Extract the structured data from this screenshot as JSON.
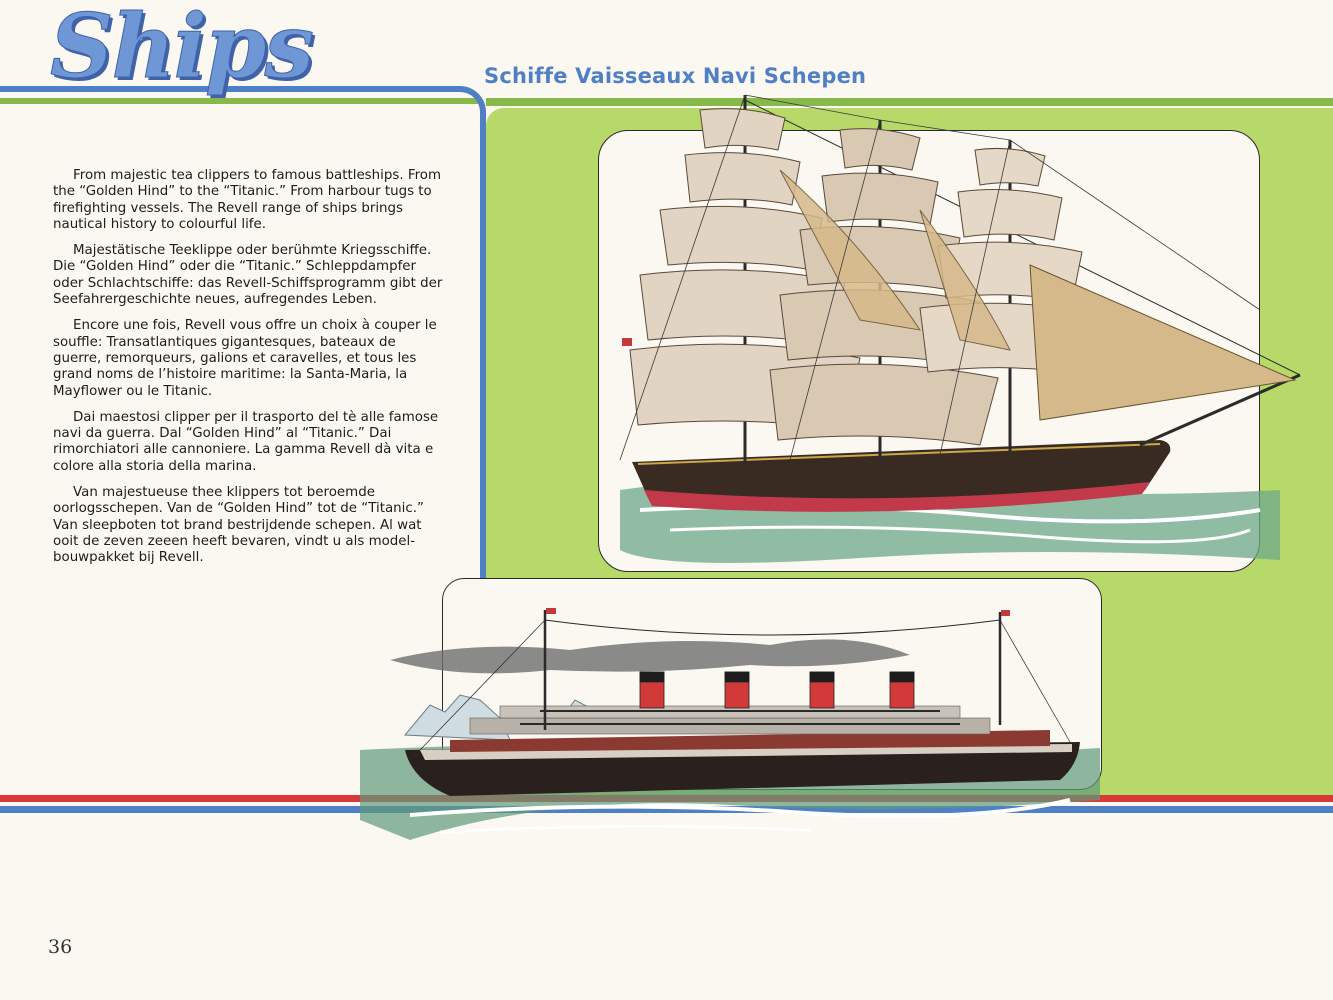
{
  "header": {
    "title": "Ships",
    "subtitle": "Schiffe Vaisseaux Navi Schepen"
  },
  "body": {
    "paragraphs": [
      "From majestic tea clippers to famous battleships. From the “Golden Hind” to the “Titanic.” From harbour tugs to firefighting vessels. The Revell range of ships brings nautical history to colourful life.",
      "Majestätische Teeklippe oder berühmte Kriegsschiffe. Die “Golden Hind” oder die “Titanic.” Schleppdampfer oder Schlachtschiffe: das Revell-Schiffsprogramm gibt der Seefahrergeschichte neues, aufregendes Leben.",
      "Encore une fois, Revell vous offre un choix à couper le souffle: Transatlantiques gigantesques, bateaux de guerre, remorqueurs, galions et caravelles, et tous les grand noms de l’histoire maritime: la Santa-Maria, la Mayflower ou le Titanic.",
      "Dai maestosi clipper per il trasporto del tè alle famose navi da guerra. Dal “Golden Hind” al “Titanic.” Dai rimorchiatori alle cannoniere. La gamma Revell dà vita e colore alla storia della marina.",
      "Van majestueuse thee klippers tot beroemde oorlogsschepen. Van de “Golden Hind” tot de “Titanic.” Van sleepboten tot brand bestrijdende schepen. Al wat ooit de zeven zeeen heeft bevaren, vindt u als model-bouwpakket bij Revell."
    ]
  },
  "illustrations": {
    "top": "clipper-ship-illustration",
    "bottom": "ocean-liner-illustration"
  },
  "footer": {
    "page_number": "36"
  },
  "colors": {
    "blue": "#4f7fc4",
    "green": "#86b84a",
    "panel_green": "#b6d96a",
    "red": "#d8383a",
    "paper": "#fbf8f1"
  }
}
